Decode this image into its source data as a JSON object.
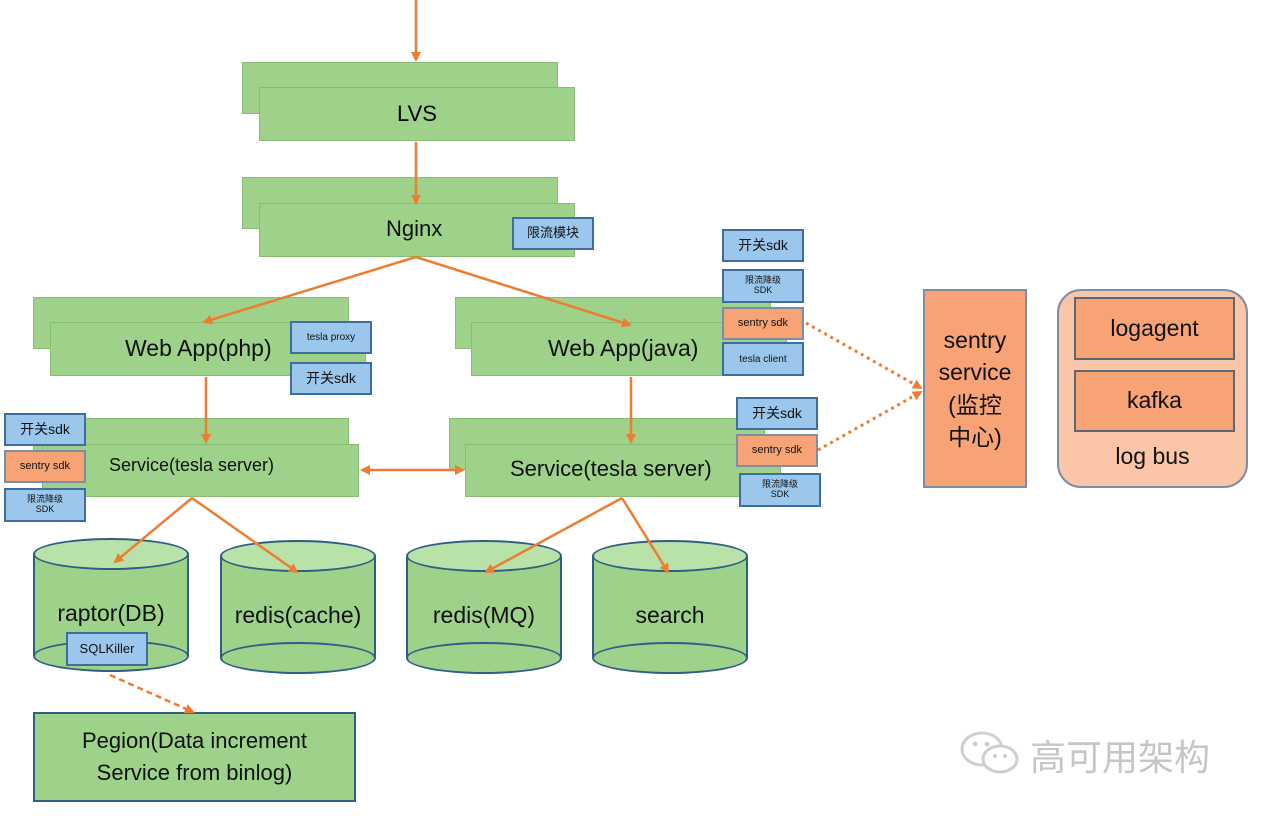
{
  "nodes": {
    "lvs": "LVS",
    "nginx": "Nginx",
    "nginx_rate_limit": "限流模块",
    "webapp_php": "Web App(php)",
    "webapp_java": "Web App(java)",
    "service_php": "Service(tesla server)",
    "service_java": "Service(tesla server)",
    "raptor_db": "raptor(DB)",
    "sqlkiller": "SQLKiller",
    "redis_cache": "redis(cache)",
    "redis_mq": "redis(MQ)",
    "search": "search",
    "pegion_line1": "Pegion(Data increment",
    "pegion_line2": "Service from binlog)",
    "sentry_line1": "sentry",
    "sentry_line2": "service",
    "sentry_line3": "(监控",
    "sentry_line4": "中心)",
    "logagent": "logagent",
    "kafka": "kafka",
    "log_bus": "log bus"
  },
  "badges": {
    "tesla_proxy": "tesla proxy",
    "switch_sdk": "开关sdk",
    "sentry_sdk": "sentry sdk",
    "tesla_client": "tesla client",
    "ratelimit_line1": "限流降级",
    "ratelimit_line2": "SDK"
  },
  "watermark": "高可用架构",
  "colors": {
    "green": "#9ed28b",
    "blue": "#9cc7ec",
    "orange": "#f7a375",
    "arrow": "#ed7d31",
    "border_blue": "#3f6e9c"
  },
  "icons": {
    "watermark": "wechat-icon"
  }
}
